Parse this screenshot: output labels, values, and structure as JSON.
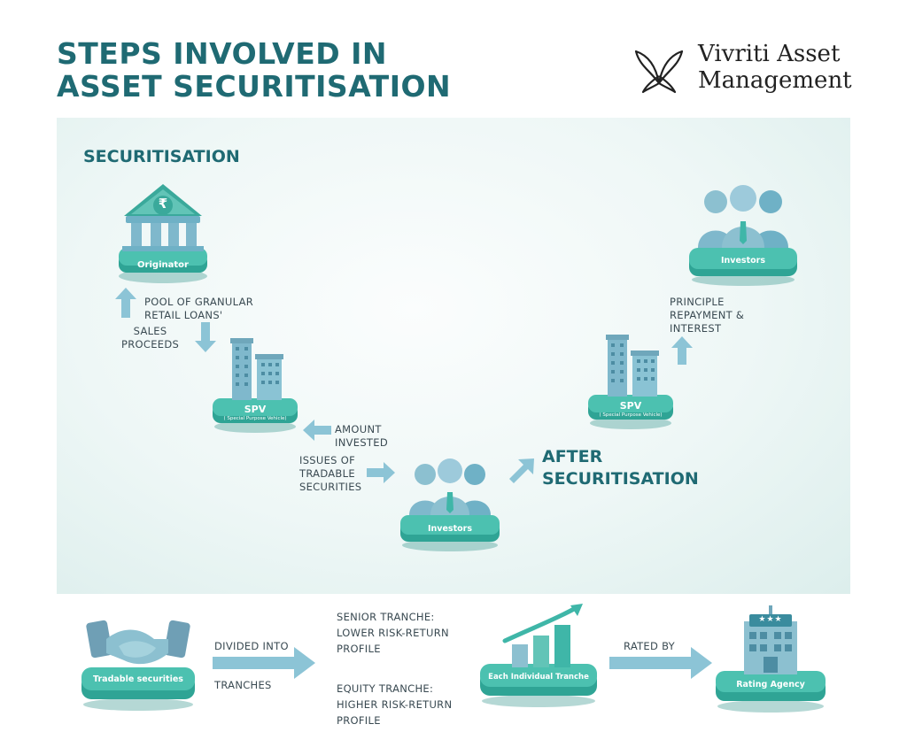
{
  "header": {
    "title_line1": "STEPS INVOLVED IN",
    "title_line2": "ASSET SECURITISATION"
  },
  "brand": {
    "name_line1": "Vivriti Asset",
    "name_line2": "Management",
    "logo_icon": "butterfly-logo-icon"
  },
  "colors": {
    "title": "#1f6a73",
    "accent_teal": "#3fb6a8",
    "arrow": "#8cc4d6",
    "figure": "#8cc0d0"
  },
  "diagram": {
    "securitisation_heading": "SECURITISATION",
    "after_heading_line1": "AFTER",
    "after_heading_line2": "SECURITISATION",
    "nodes": {
      "originator": "Originator",
      "spv_left": "SPV",
      "spv_left_sub": "( Special Purpose Vehicle)",
      "investors_center": "Investors",
      "spv_right": "SPV",
      "spv_right_sub": "( Special Purpose Vehicle)",
      "investors_top": "Investors"
    },
    "labels": {
      "pool_line1": "POOL OF GRANULAR",
      "pool_line2": "RETAIL LOANS'",
      "sales_line1": "SALES",
      "sales_line2": "PROCEEDS",
      "amount_line1": "AMOUNT",
      "amount_line2": "INVESTED",
      "issues_line1": "ISSUES OF",
      "issues_line2": "TRADABLE",
      "issues_line3": "SECURITIES",
      "principle_line1": "PRINCIPLE",
      "principle_line2": "REPAYMENT &",
      "principle_line3": "INTEREST"
    }
  },
  "bottom_flow": {
    "tradable": "Tradable securities",
    "divided_into": "DIVIDED INTO",
    "tranches": "TRANCHES",
    "senior_line1": "SENIOR TRANCHE:",
    "senior_line2": "LOWER RISK-RETURN",
    "senior_line3": "PROFILE",
    "equity_line1": "EQUITY TRANCHE:",
    "equity_line2": "HIGHER RISK-RETURN",
    "equity_line3": "PROFILE",
    "each_tranche": "Each Individual Tranche",
    "rated_by": "RATED BY",
    "rating_agency": "Rating Agency"
  }
}
